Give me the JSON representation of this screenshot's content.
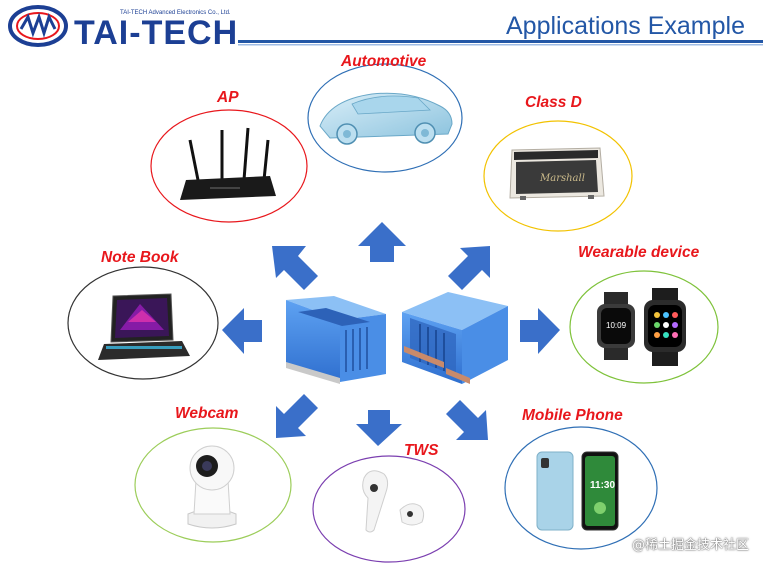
{
  "header": {
    "brand": "TAI-TECH",
    "company": "TAI-TECH Advanced Electronics Co., Ltd.",
    "title": "Applications Example"
  },
  "applications": {
    "automotive": "Automotive",
    "ap": "AP",
    "class_d": "Class D",
    "notebook": "Note Book",
    "wearable": "Wearable device",
    "webcam": "Webcam",
    "tws": "TWS",
    "mobile_phone": "Mobile Phone"
  },
  "watermark": "@稀土掘金技术社区",
  "colors": {
    "label_red": "#e8171c",
    "title_blue": "#2357a6",
    "arrow_blue": "#3a6fc9",
    "component_blue": "#3f86e6"
  }
}
